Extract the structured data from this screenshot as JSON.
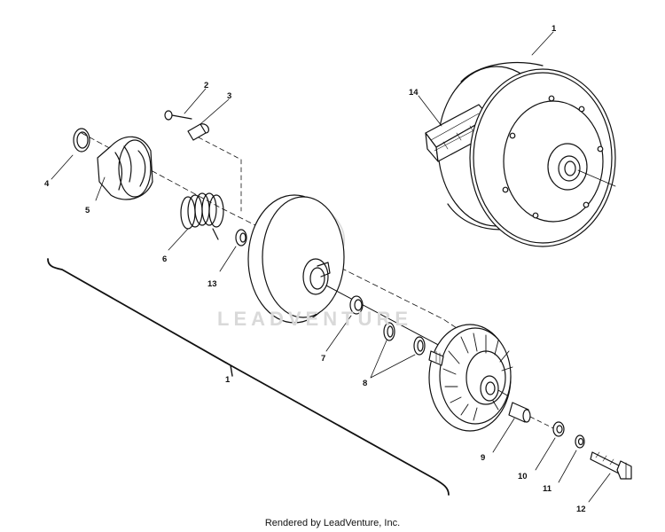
{
  "watermark": "LEADVENTURE",
  "footer": "Rendered by LeadVenture, Inc.",
  "callouts": {
    "c1_top": "1",
    "c2": "2",
    "c3": "3",
    "c4": "4",
    "c5": "5",
    "c6": "6",
    "c7": "7",
    "c8": "8",
    "c9": "9",
    "c10": "10",
    "c11": "11",
    "c12": "12",
    "c13": "13",
    "c14": "14",
    "c1_bracket": "1"
  }
}
